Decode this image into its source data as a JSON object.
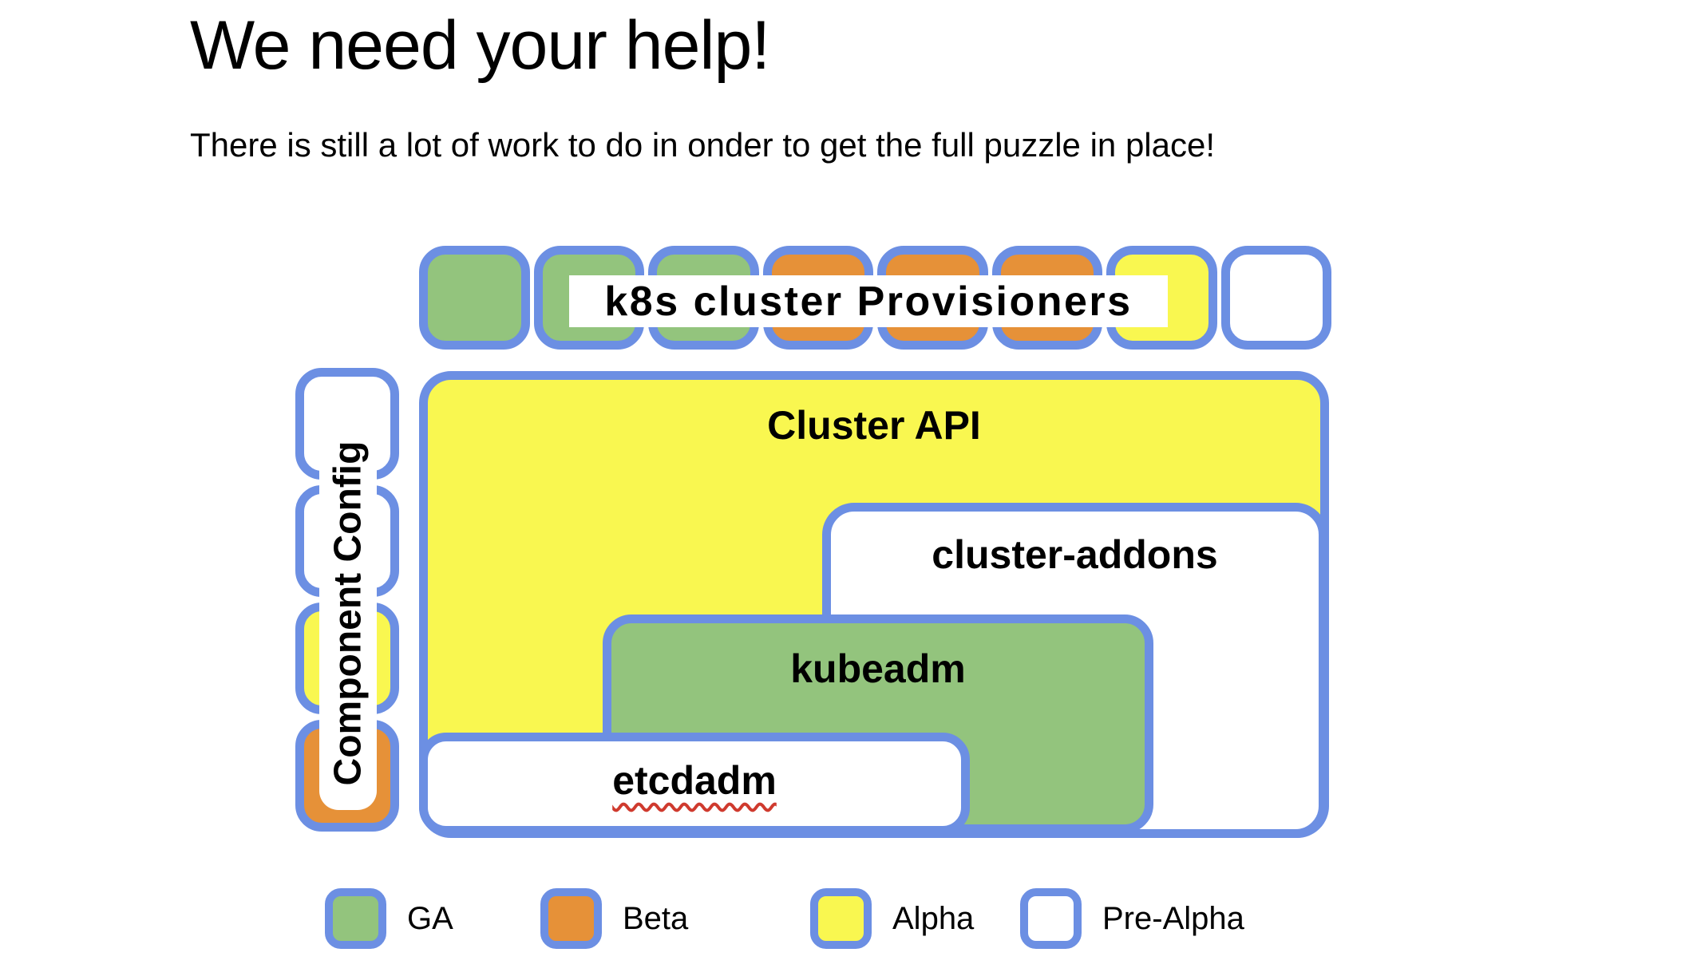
{
  "title": "We need your help!",
  "subtitle": "There is still a lot of work to do in onder to get the full puzzle in place!",
  "colors": {
    "ga_green": "#93c47d",
    "beta_orange": "#e69138",
    "alpha_yellow": "#f9f750",
    "pre_alpha_white": "#ffffff",
    "outline_blue": "#6c8fe3",
    "spellcheck_red": "#cf3a2e"
  },
  "diagram": {
    "provisioners_label": "k8s cluster Provisioners",
    "provisioner_squares": [
      "ga",
      "ga",
      "ga",
      "beta",
      "beta",
      "beta",
      "alpha",
      "pre-alpha"
    ],
    "component_config": {
      "label": "Component Config",
      "squares": [
        "pre-alpha",
        "pre-alpha",
        "alpha",
        "beta"
      ]
    },
    "cluster_api": {
      "label": "Cluster API",
      "status": "alpha"
    },
    "cluster_addons": {
      "label": "cluster-addons",
      "status": "pre-alpha"
    },
    "kubeadm": {
      "label": "kubeadm",
      "status": "ga"
    },
    "etcdadm": {
      "label": "etcdadm",
      "status": "pre-alpha"
    }
  },
  "legend": {
    "items": [
      {
        "label": "GA",
        "status": "ga"
      },
      {
        "label": "Beta",
        "status": "beta"
      },
      {
        "label": "Alpha",
        "status": "alpha"
      },
      {
        "label": "Pre-Alpha",
        "status": "pre-alpha"
      }
    ]
  }
}
